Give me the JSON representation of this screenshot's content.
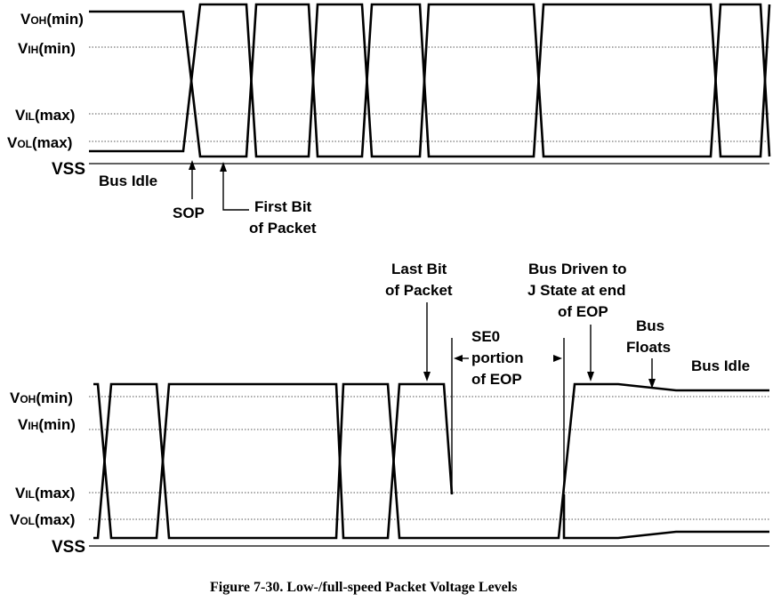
{
  "levels": {
    "voh": {
      "main": "V",
      "sub": "OH",
      "rest": "(min)"
    },
    "vih": {
      "main": "V",
      "sub": "IH",
      "rest": "(min)"
    },
    "vil": {
      "main": "V",
      "sub": "IL",
      "rest": "(max)"
    },
    "vol": {
      "main": "V",
      "sub": "OL",
      "rest": "(max)"
    },
    "vss": "VSS"
  },
  "top": {
    "bus_idle": "Bus Idle",
    "sop": "SOP",
    "first_bit": [
      "First Bit",
      "of Packet"
    ]
  },
  "bottom": {
    "last_bit": [
      "Last Bit",
      "of Packet"
    ],
    "se0": [
      "SE0",
      "portion",
      "of EOP"
    ],
    "bus_driven": [
      "Bus Driven to",
      "J State at end",
      "of EOP"
    ],
    "bus_floats": [
      "Bus",
      "Floats"
    ],
    "bus_idle": "Bus Idle"
  },
  "caption": "Figure 7-30.  Low-/full-speed Packet Voltage Levels"
}
